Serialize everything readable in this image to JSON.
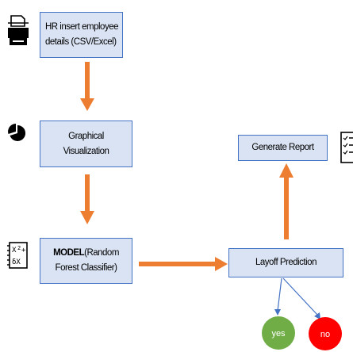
{
  "nodes": {
    "hr_input": {
      "line1": "HR insert employee",
      "line2": "details (CSV/Excel)"
    },
    "graphical": {
      "line1": "Graphical",
      "line2": "Visualization"
    },
    "model": {
      "bold": "MODEL",
      "line1_rest": "(Random",
      "line2": "Forest Classifier)"
    },
    "layoff": {
      "label": "Layoff Prediction"
    },
    "report": {
      "label": "Generate Report"
    },
    "yes": {
      "label": "yes"
    },
    "no": {
      "label": "no"
    }
  },
  "icons": {
    "hr_input": "document-printer-icon",
    "graphical": "pie-chart-icon",
    "model": "math-notation-icon",
    "report": "checklist-icon"
  },
  "colors": {
    "box_fill": "#dae3f3",
    "box_border": "#4472c4",
    "arrow_orange": "#ed7d31",
    "connector_blue": "#4472c4",
    "yes_fill": "#70ad47",
    "no_fill": "#ff0000"
  }
}
